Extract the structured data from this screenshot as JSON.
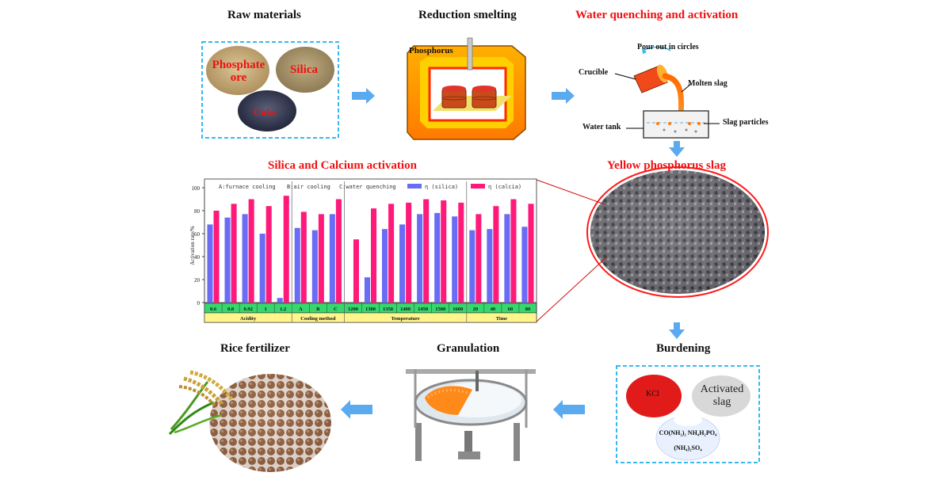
{
  "titles": {
    "raw": "Raw materials",
    "smelting": "Reduction smelting",
    "quench": "Water quenching and activation",
    "activation": "Silica and Calcium activation",
    "slag": "Yellow phosphorus slag",
    "burdening": "Burdening",
    "granulation": "Granulation",
    "fertilizer": "Rice fertilizer"
  },
  "raw_labels": {
    "phosphate": "Phosphate\nore",
    "silica": "Silica",
    "coke": "Coke"
  },
  "smelting_labels": {
    "phosphorus": "Phosphorus"
  },
  "quench_labels": {
    "pour": "Pour out in circles",
    "crucible": "Crucible",
    "molten": "Molten slag",
    "tank": "Water tank",
    "particles": "Slag particles"
  },
  "burden_labels": {
    "kcl": "KCl",
    "activated": "Activated\nslag",
    "nutrients1": "CO(NH₂)₂ NH₄H₂PO₄",
    "nutrients2": "(NH₄)₂SO₄"
  },
  "colors": {
    "arrow": "#5aaaf0",
    "silica_bar": "#6a6cf5",
    "calcia_bar": "#ff1a7a",
    "group_row": "#36d86e",
    "category_row": "#fff58c",
    "title_red": "#f01010"
  },
  "chart_data": {
    "type": "bar",
    "ylabel": "Activation rate/%",
    "ylim": [
      0,
      100
    ],
    "yticks": [
      0,
      20,
      40,
      60,
      80,
      100
    ],
    "legend_text": [
      "A:furnace cooling",
      "B:air cooling",
      "C:water quenching"
    ],
    "groups": [
      {
        "name": "Acidity",
        "categories": [
          "0.6",
          "0.8",
          "0.92",
          "1",
          "1.2"
        ]
      },
      {
        "name": "Cooling method",
        "categories": [
          "A",
          "B",
          "C"
        ]
      },
      {
        "name": "Temperature",
        "categories": [
          "1200",
          "1300",
          "1350",
          "1400",
          "1450",
          "1500",
          "1600"
        ]
      },
      {
        "name": "Time",
        "categories": [
          "20",
          "40",
          "60",
          "80"
        ]
      }
    ],
    "series": [
      {
        "name": "η (silica)",
        "values": [
          68,
          74,
          77,
          60,
          4,
          65,
          63,
          77,
          null,
          22,
          64,
          68,
          77,
          78,
          75,
          63,
          64,
          77,
          66
        ]
      },
      {
        "name": "η (calcia)",
        "values": [
          80,
          86,
          90,
          84,
          93,
          79,
          77,
          90,
          55,
          82,
          86,
          87,
          90,
          89,
          87,
          77,
          84,
          90,
          86
        ]
      }
    ]
  }
}
